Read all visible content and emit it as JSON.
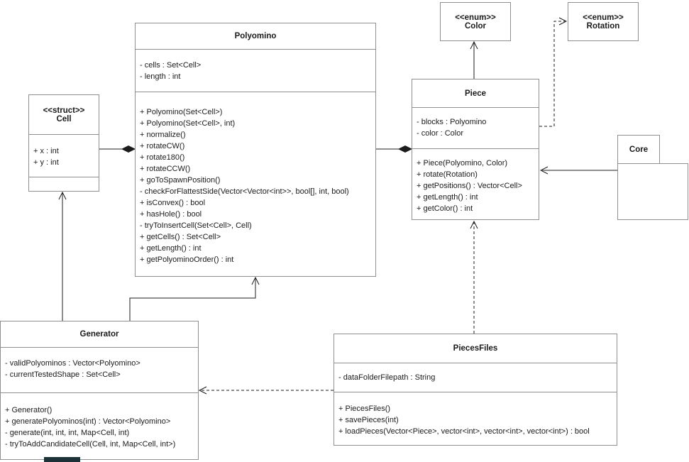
{
  "colors": {
    "box_border": "#8f8f8f",
    "edge": "#1c1c1c",
    "background": "#ffffff",
    "bottom_bar": "#1c3238"
  },
  "classes": {
    "polyomino": {
      "name": "Polyomino",
      "attributes": [
        "- cells : Set<Cell>",
        "- length : int"
      ],
      "methods": [
        "+ Polyomino(Set<Cell>)",
        "+ Polyomino(Set<Cell>, int)",
        "+ normalize()",
        "+ rotateCW()",
        "+ rotate180()",
        "+ rotateCCW()",
        "+ goToSpawnPosition()",
        "- checkForFlattestSide(Vector<Vector<int>>, bool[], int, bool)",
        "+ isConvex() : bool",
        "+ hasHole() : bool",
        "- tryToInsertCell(Set<Cell>, Cell)",
        "+ getCells() : Set<Cell>",
        "+ getLength() : int",
        "+ getPolyominoOrder() : int"
      ]
    },
    "cell": {
      "stereotype": "<<struct>>",
      "name": "Cell",
      "attributes": [
        "+ x : int",
        "+ y : int"
      ],
      "methods": []
    },
    "color": {
      "stereotype": "<<enum>>",
      "name": "Color"
    },
    "rotation": {
      "stereotype": "<<enum>>",
      "name": "Rotation"
    },
    "piece": {
      "name": "Piece",
      "attributes": [
        "- blocks : Polyomino",
        "- color : Color"
      ],
      "methods": [
        "+ Piece(Polyomino, Color)",
        "+ rotate(Rotation)",
        "+ getPositions() : Vector<Cell>",
        "+ getLength() : int",
        "+ getColor() : int"
      ]
    },
    "core": {
      "name": "Core"
    },
    "generator": {
      "name": "Generator",
      "attributes": [
        "- validPolyominos : Vector<Polyomino>",
        "- currentTestedShape : Set<Cell>"
      ],
      "methods": [
        "+ Generator()",
        "+ generatePolyominos(int) : Vector<Polyomino>",
        "- generate(int, int, int, Map<Cell, int)",
        "- tryToAddCandidateCell(Cell, int, Map<Cell, int>)"
      ]
    },
    "piecesfiles": {
      "name": "PiecesFiles",
      "attributes": [
        "- dataFolderFilepath : String"
      ],
      "methods": [
        "+ PiecesFiles()",
        "+ savePieces(int)",
        "+ loadPieces(Vector<Piece>, vector<int>, vector<int>, vector<int>) : bool"
      ]
    }
  },
  "relations": [
    {
      "from": "cell",
      "to": "polyomino",
      "type": "composition"
    },
    {
      "from": "polyomino",
      "to": "piece",
      "type": "composition"
    },
    {
      "from": "piece",
      "to": "color",
      "type": "association"
    },
    {
      "from": "piece",
      "to": "rotation",
      "type": "dependency"
    },
    {
      "from": "core",
      "to": "piece",
      "type": "association"
    },
    {
      "from": "generator",
      "to": "cell",
      "type": "association"
    },
    {
      "from": "generator",
      "to": "polyomino",
      "type": "association"
    },
    {
      "from": "piecesfiles",
      "to": "piece",
      "type": "dependency"
    },
    {
      "from": "piecesfiles",
      "to": "generator",
      "type": "dependency"
    }
  ]
}
